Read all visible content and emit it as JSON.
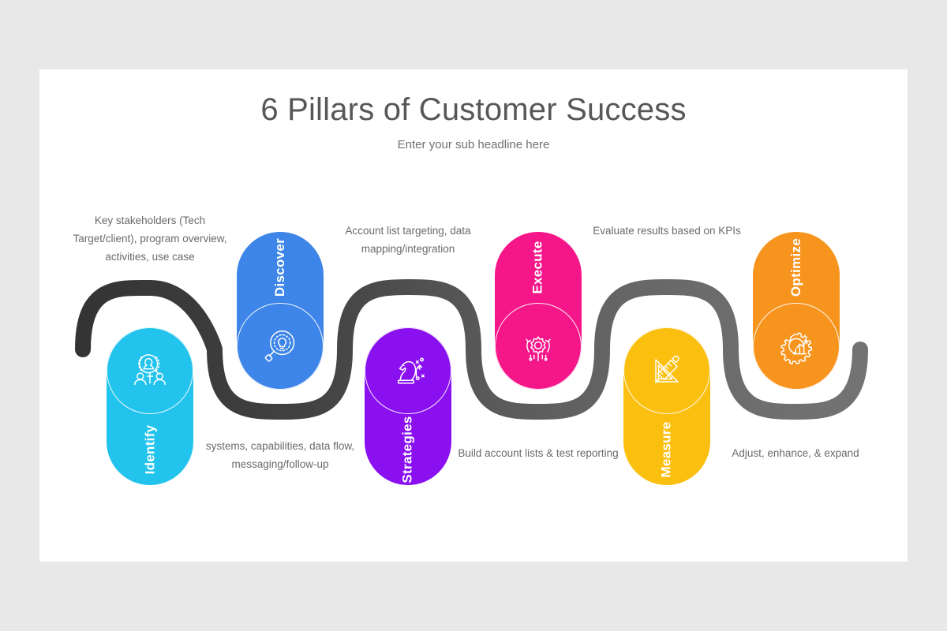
{
  "slide": {
    "title": "6 Pillars of Customer Success",
    "subtitle": "Enter your sub headline here",
    "background_color": "#e8e8e8",
    "card_color": "#ffffff"
  },
  "ribbon": {
    "start_color": "#3a3a3a",
    "end_color": "#6e6e6e",
    "thickness": 20
  },
  "pillars": [
    {
      "label": "Identify",
      "caption": "Key stakeholders (Tech Target/client), program overview, activities, use case",
      "color": "#22c3ec",
      "icon": "people-search-icon",
      "orientation": "down",
      "caption_position": "top"
    },
    {
      "label": "Discover",
      "caption": "systems, capabilities, data flow, messaging/follow-up",
      "color": "#3d85e8",
      "icon": "lightbulb-magnifier-icon",
      "orientation": "up",
      "caption_position": "bottom"
    },
    {
      "label": "Strategies",
      "caption": "Account list targeting, data mapping/integration",
      "color": "#8a10f0",
      "icon": "chess-knight-icon",
      "orientation": "down",
      "caption_position": "top"
    },
    {
      "label": "Execute",
      "caption": "Build account lists & test reporting",
      "color": "#f5178a",
      "icon": "gear-automation-icon",
      "orientation": "up",
      "caption_position": "bottom"
    },
    {
      "label": "Measure",
      "caption": "Evaluate results based on KPIs",
      "color": "#fbbf10",
      "icon": "ruler-pencil-icon",
      "orientation": "down",
      "caption_position": "top"
    },
    {
      "label": "Optimize",
      "caption": "Adjust, enhance, & expand",
      "color": "#f7941e",
      "icon": "gear-chart-icon",
      "orientation": "up",
      "caption_position": "bottom"
    }
  ]
}
